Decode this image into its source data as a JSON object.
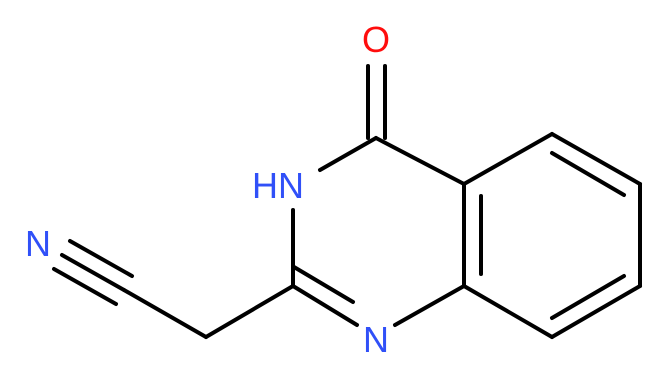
{
  "atoms": {
    "oxygen": {
      "text": "O",
      "color": "#ff0d0d"
    },
    "nh": {
      "text": "HN",
      "color": "#3050f8"
    },
    "n_ring": {
      "text": "N",
      "color": "#3050f8"
    },
    "n_nitrile": {
      "text": "N",
      "color": "#3050f8"
    }
  },
  "bond_color": "#000000"
}
